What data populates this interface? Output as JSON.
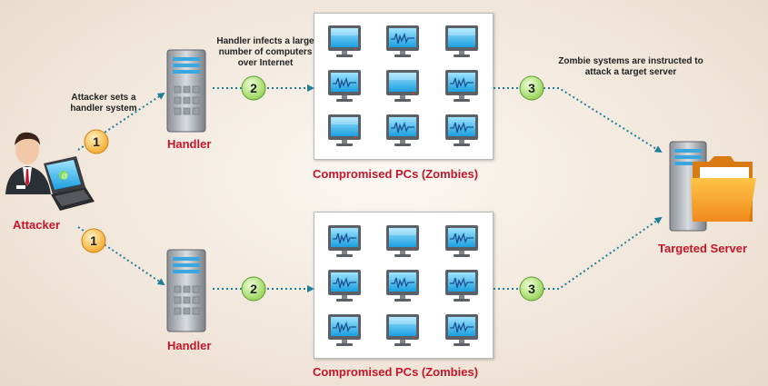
{
  "colors": {
    "label_red": "#c3162a",
    "step1_fill": "#f5a623",
    "step23_fill": "#a8e063",
    "arrow": "#1f7f9a"
  },
  "labels": {
    "attacker": "Attacker",
    "handler_top": "Handler",
    "handler_bottom": "Handler",
    "zombies_top": "Compromised PCs (Zombies)",
    "zombies_bottom": "Compromised PCs (Zombies)",
    "target": "Targeted Server"
  },
  "notes": {
    "step1": [
      "Attacker sets a",
      "handler system"
    ],
    "step2": [
      "Handler infects a large",
      "number of computers",
      "over Internet"
    ],
    "step3": [
      "Zombie systems are instructed to",
      "attack a target server"
    ]
  },
  "steps": {
    "top_1": "1",
    "top_2": "2",
    "top_3": "3",
    "bottom_1": "1",
    "bottom_2": "2",
    "bottom_3": "3"
  },
  "icons": {
    "attacker": "person-with-laptop-icon",
    "handler": "server-tower-icon",
    "zombie": "monitor-icon",
    "target": "server-with-folder-icon"
  }
}
